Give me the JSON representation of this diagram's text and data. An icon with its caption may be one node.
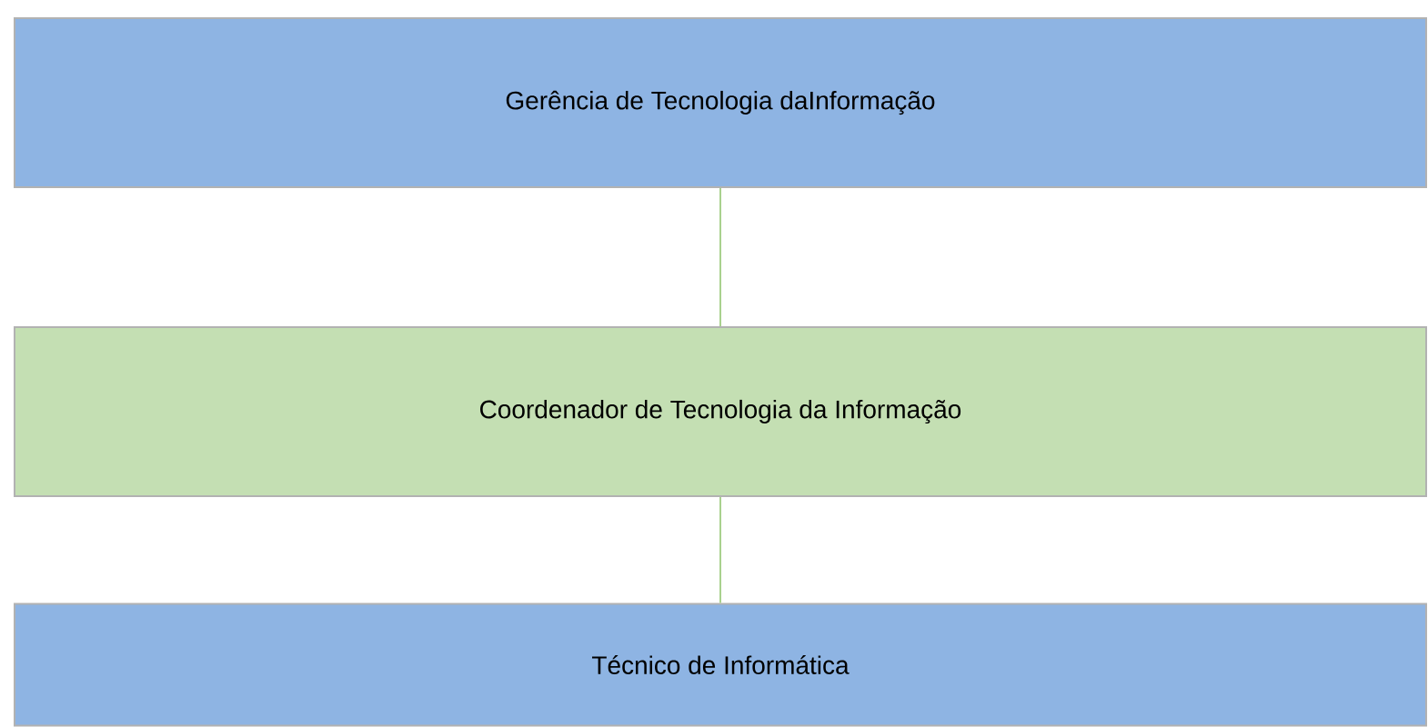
{
  "diagram": {
    "nodes": [
      {
        "text": [
          "Gerência de Tecnologia daInformação"
        ]
      },
      {
        "text": [
          "Coordenador de Tecnologia da Informação"
        ]
      },
      {
        "text": [
          "Técnico de Informática"
        ]
      }
    ],
    "edges": [
      {
        "from": 0,
        "to": 1,
        "arrow": "none"
      },
      {
        "from": 1,
        "to": 2,
        "arrow": "none"
      }
    ]
  }
}
